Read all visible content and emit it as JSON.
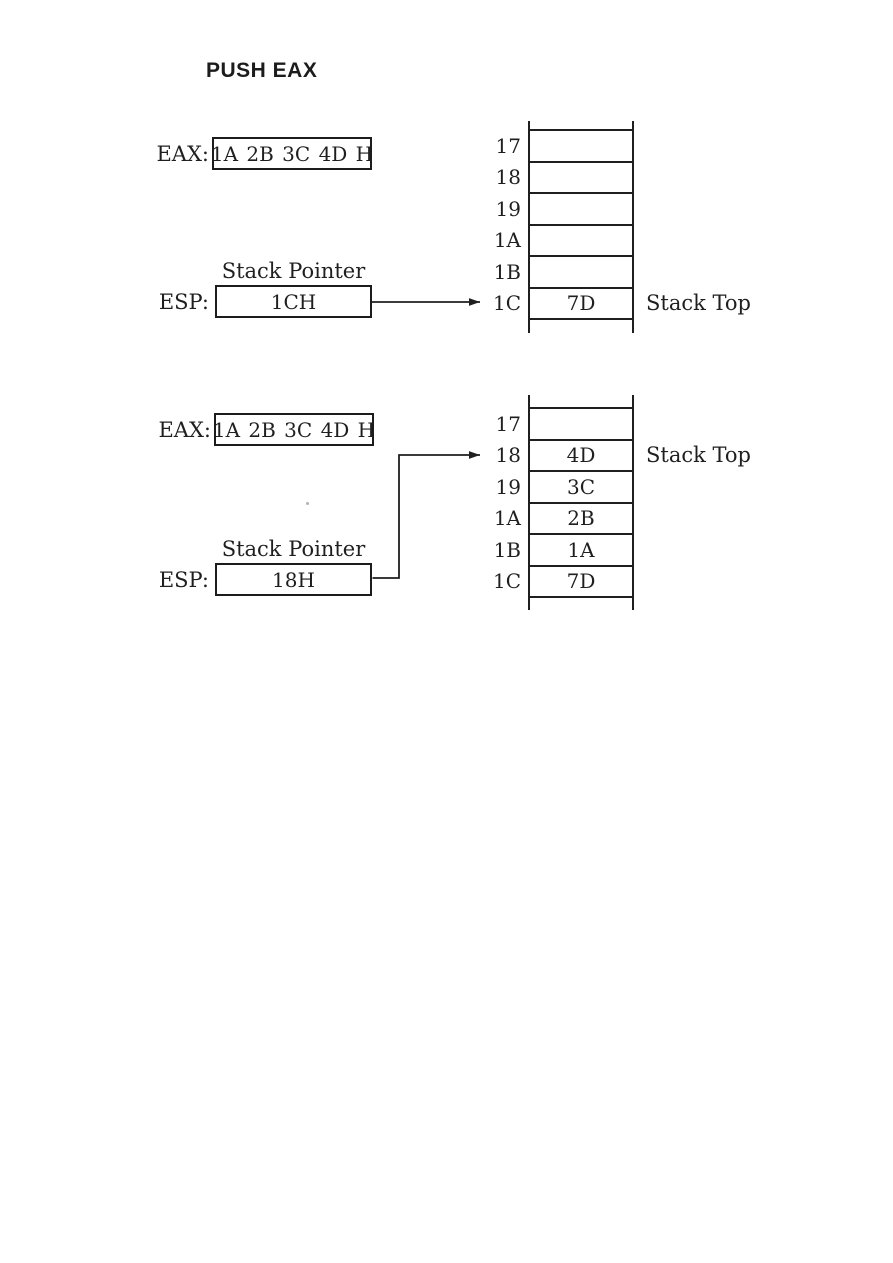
{
  "title": "PUSH EAX",
  "colors": {
    "ink": "#1f1f1f",
    "paper": "#ffffff"
  },
  "before": {
    "eax": {
      "label": "EAX:",
      "value": "1A 2B 3C 4D H"
    },
    "esp": {
      "label": "ESP:",
      "value": "1CH",
      "caption": "Stack Pointer"
    },
    "stack_top_label": "Stack Top",
    "stack_rows": [
      {
        "addr": "17",
        "value": ""
      },
      {
        "addr": "18",
        "value": ""
      },
      {
        "addr": "19",
        "value": ""
      },
      {
        "addr": "1A",
        "value": ""
      },
      {
        "addr": "1B",
        "value": ""
      },
      {
        "addr": "1C",
        "value": "7D"
      }
    ]
  },
  "after": {
    "eax": {
      "label": "EAX:",
      "value": "1A 2B 3C 4D H"
    },
    "esp": {
      "label": "ESP:",
      "value": "18H",
      "caption": "Stack Pointer"
    },
    "stack_top_label": "Stack Top",
    "stack_rows": [
      {
        "addr": "17",
        "value": ""
      },
      {
        "addr": "18",
        "value": "4D"
      },
      {
        "addr": "19",
        "value": "3C"
      },
      {
        "addr": "1A",
        "value": "2B"
      },
      {
        "addr": "1B",
        "value": "1A"
      },
      {
        "addr": "1C",
        "value": "7D"
      }
    ]
  }
}
